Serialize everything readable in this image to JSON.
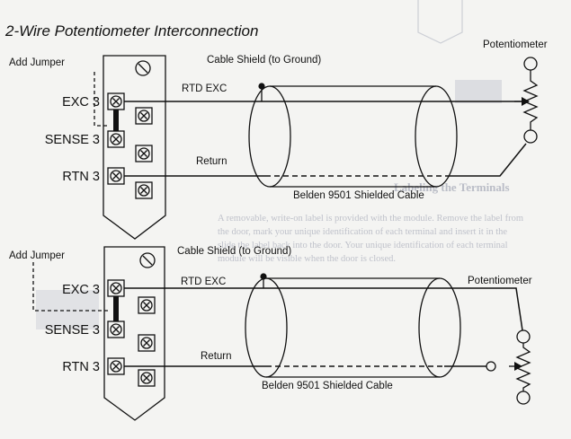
{
  "heading": "2-Wire Potentiometer Interconnection",
  "colors": {
    "ink": "#111111",
    "paper": "#f4f4f2",
    "bleed": "#b9bcc6"
  },
  "bleed_through": {
    "heading": "Labeling the Terminals",
    "lines": [
      "A removable, write-on label is provided with the module. Remove the label from",
      "the door, mark your unique identification of each terminal and insert it in the",
      "slide the label back into the door. Your unique identification of each terminal",
      "module will be visible when the door is closed."
    ]
  },
  "diagrams": [
    {
      "jumper_label": "Add Jumper",
      "shield_label": "Cable Shield (to Ground)",
      "wire_top_label": "RTD EXC",
      "wire_return_label": "Return",
      "cable_label": "Belden 9501 Shielded Cable",
      "device_label": "Potentiometer",
      "terminals": [
        "EXC 3",
        "SENSE 3",
        "RTN 3"
      ]
    },
    {
      "jumper_label": "Add Jumper",
      "shield_label": "Cable Shield (to Ground)",
      "wire_top_label": "RTD EXC",
      "wire_return_label": "Return",
      "cable_label": "Belden 9501 Shielded Cable",
      "device_label": "Potentiometer",
      "terminals": [
        "EXC 3",
        "SENSE 3",
        "RTN 3"
      ]
    }
  ]
}
